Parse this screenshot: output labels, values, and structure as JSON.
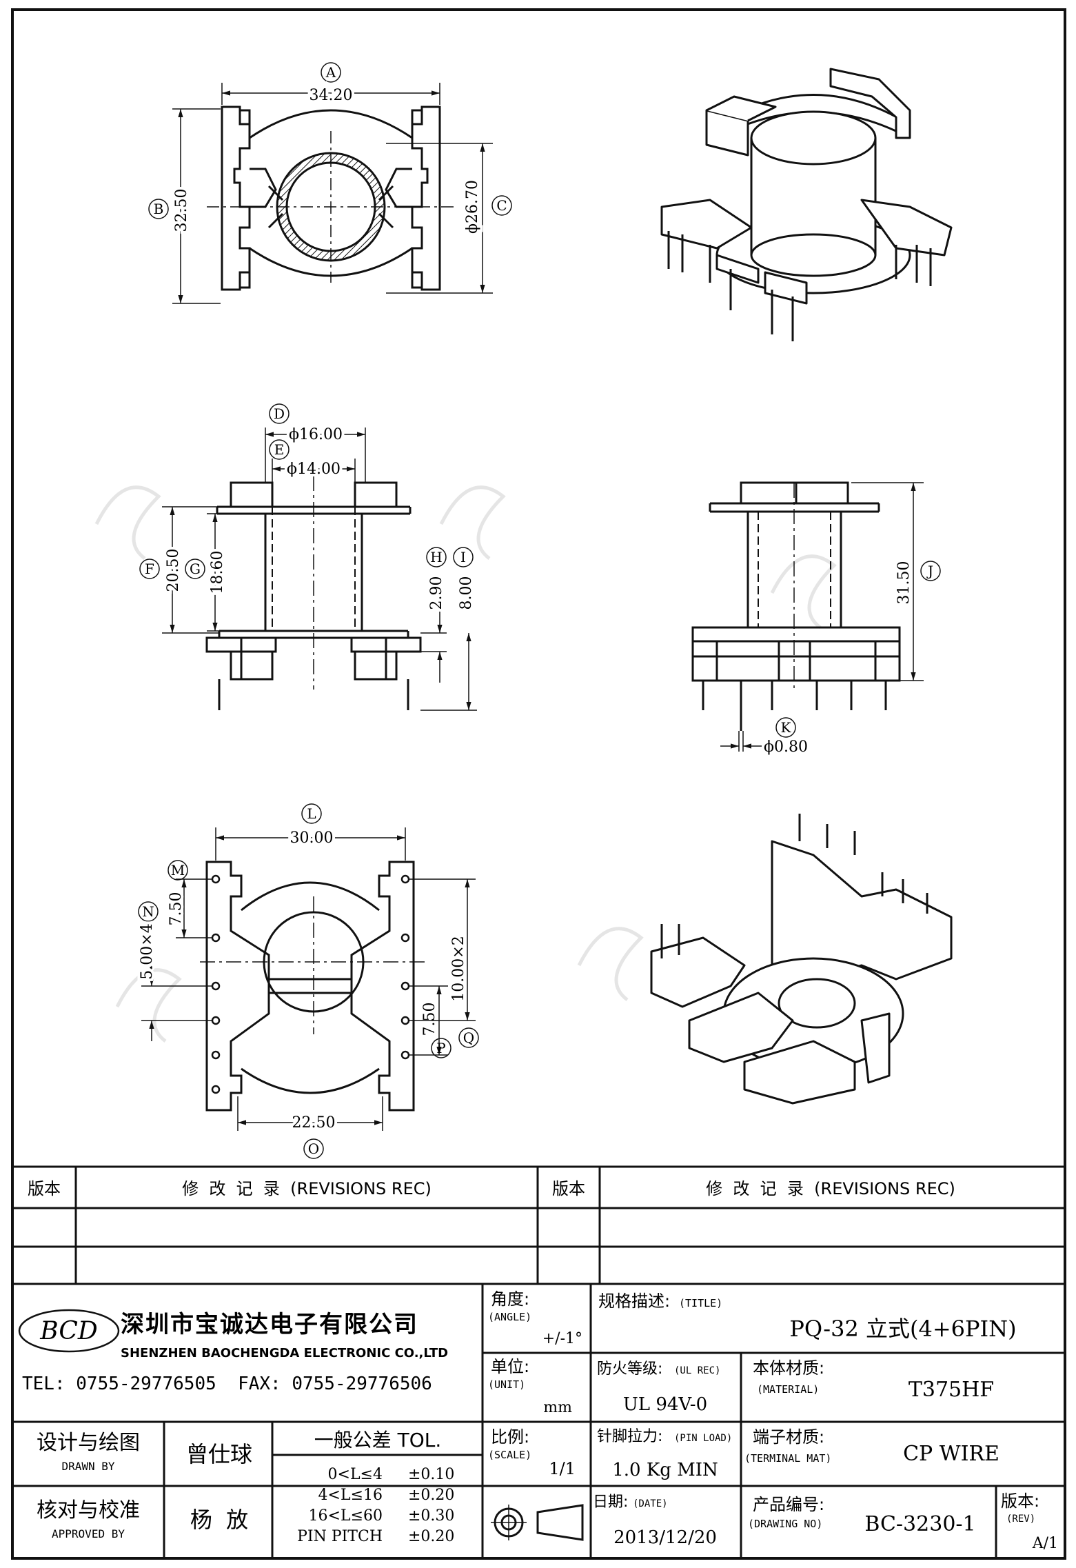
{
  "views": {
    "top": {
      "dims": {
        "A": {
          "label": "A",
          "value": "34.20"
        },
        "B": {
          "label": "B",
          "value": "32.50"
        },
        "C": {
          "label": "C",
          "value": "ϕ26.70"
        }
      }
    },
    "front": {
      "dims": {
        "D": {
          "label": "D",
          "value": "ϕ16.00"
        },
        "E": {
          "label": "E",
          "value": "ϕ14.00"
        },
        "F": {
          "label": "F",
          "value": "20.50"
        },
        "G": {
          "label": "G",
          "value": "18.60"
        },
        "H": {
          "label": "H",
          "value": "2.90"
        },
        "I": {
          "label": "I",
          "value": "8.00"
        }
      }
    },
    "side": {
      "dims": {
        "J": {
          "label": "J",
          "value": "31.50"
        },
        "K": {
          "label": "K",
          "value": "ϕ0.80"
        }
      }
    },
    "bottom": {
      "dims": {
        "L": {
          "label": "L",
          "value": "30.00"
        },
        "M": {
          "label": "M",
          "value": "7.50"
        },
        "N": {
          "label": "N",
          "value": "5.00×4"
        },
        "O": {
          "label": "O",
          "value": "22.50"
        },
        "P": {
          "label": "P",
          "value": "7.50"
        },
        "Q": {
          "label": "Q",
          "value": "10.00×2"
        }
      }
    }
  },
  "revisions": {
    "left_version_header": "版本",
    "left_record_header": "修  改  记  录  (REVISIONS REC)",
    "right_version_header": "版本",
    "right_record_header": "修  改  记  录  (REVISIONS REC)"
  },
  "company": {
    "logo_text": "BCD",
    "name_cn": "深圳市宝诚达电子有限公司",
    "name_en": "SHENZHEN BAOCHENGDA ELECTRONIC CO.,LTD",
    "tel": "TEL: 0755-29776505  FAX: 0755-29776506"
  },
  "title_block": {
    "angle_label": "角度:",
    "angle_label_en": "(ANGLE)",
    "angle_value": "+/-1°",
    "unit_label": "单位:",
    "unit_label_en": "(UNIT)",
    "unit_value": "mm",
    "scale_label": "比例:",
    "scale_label_en": "(SCALE)",
    "scale_value": "1/1",
    "title_label": "规格描述:",
    "title_label_en": "(TITLE)",
    "title_value": "PQ-32 立式(4+6PIN)",
    "ul_label": "防火等级:",
    "ul_label_en": "(UL REC)",
    "ul_value": "UL 94V-0",
    "material_label": "本体材质:",
    "material_label_en": "(MATERIAL)",
    "material_value": "T375HF",
    "pinload_label": "针脚拉力:",
    "pinload_label_en": "(PIN LOAD)",
    "pinload_value": "1.0 Kg MIN",
    "terminal_label": "端子材质:",
    "terminal_label_en": "(TERMINAL MAT)",
    "terminal_value": "CP WIRE",
    "date_label": "日期:",
    "date_label_en": "(DATE)",
    "date_value": "2013/12/20",
    "drawing_label": "产品编号:",
    "drawing_label_en": "(DRAWING NO)",
    "drawing_value": "BC-3230-1",
    "rev_label": "版本:",
    "rev_label_en": "(REV)",
    "rev_value": "A/1",
    "drawn_label": "设计与绘图",
    "drawn_label_en": "DRAWN BY",
    "drawn_value": "曾仕球",
    "approved_label": "核对与校准",
    "approved_label_en": "APPROVED BY",
    "approved_value": "杨  放",
    "tol_header": "一般公差 TOL.",
    "tol_rows": [
      {
        "range": "0<L≤4",
        "value": "±0.10"
      },
      {
        "range": "4<L≤16",
        "value": "±0.20"
      },
      {
        "range": "16<L≤60",
        "value": "±0.30"
      },
      {
        "range": "PIN PITCH",
        "value": "±0.20"
      }
    ]
  }
}
